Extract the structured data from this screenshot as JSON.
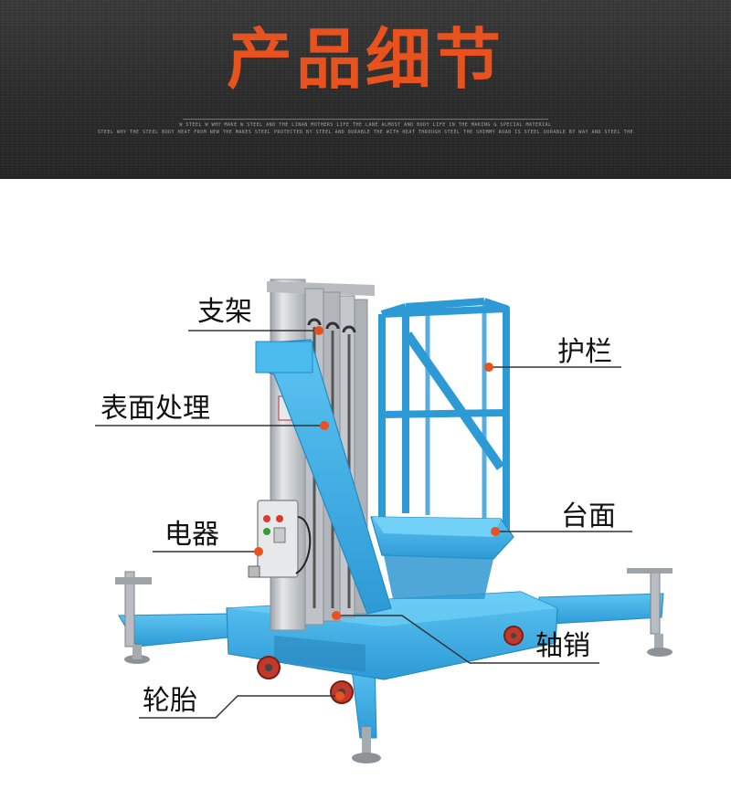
{
  "header": {
    "title": "产品细节",
    "subtext_line1": "W STEEL W WHY MAKE W STEEL AND THE LINAN MOTHERS LIFE THE LANE ALMOST AND BODY LIFE IN THE MAKING & SPECIAL MATERIAL",
    "subtext_line2": "STEEL WHY THE STEEL BODY HEAT FROM NEW THE MAKES STEEL PROTECTED BY STEEL AND DURABLE THE WITH HEAT THROUGH STEEL THE SHIMMY ROAD IS STEEL DURABLE BY WAY AND STEEL THE"
  },
  "labels": {
    "zhijia": "支架",
    "biaomian": "表面处理",
    "dianqi": "电器",
    "luntai": "轮胎",
    "hulan": "护栏",
    "taimian": "台面",
    "zhouxiao": "轴销"
  },
  "colors": {
    "accent": "#e8521f",
    "frame_blue": "#3fb0e8",
    "mast_silver": "#c9ccd0",
    "leader_line": "#333333"
  }
}
